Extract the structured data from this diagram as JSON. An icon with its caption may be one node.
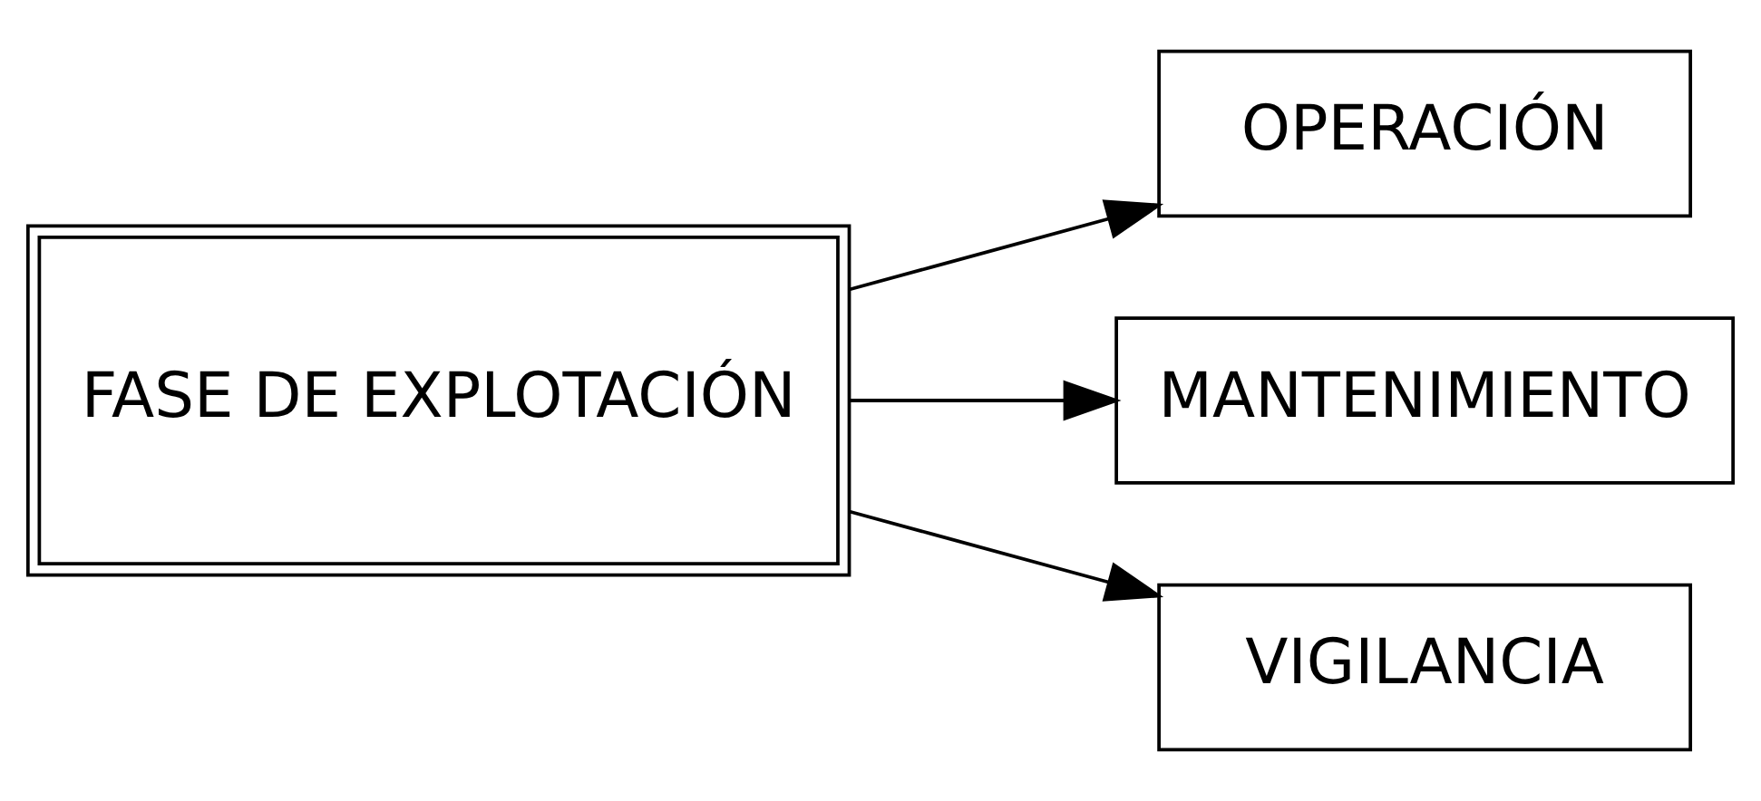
{
  "diagram": {
    "nodes": [
      {
        "text": [
          "FASE DE EXPLOTACIÓN"
        ]
      },
      {
        "text": [
          "OPERACIÓN"
        ]
      },
      {
        "text": [
          "MANTENIMIENTO"
        ]
      },
      {
        "text": [
          "VIGILANCIA"
        ]
      }
    ],
    "edges": [
      {
        "from": 0,
        "to": 1,
        "arrow": "to"
      },
      {
        "from": 0,
        "to": 2,
        "arrow": "to"
      },
      {
        "from": 0,
        "to": 3,
        "arrow": "to"
      }
    ]
  }
}
